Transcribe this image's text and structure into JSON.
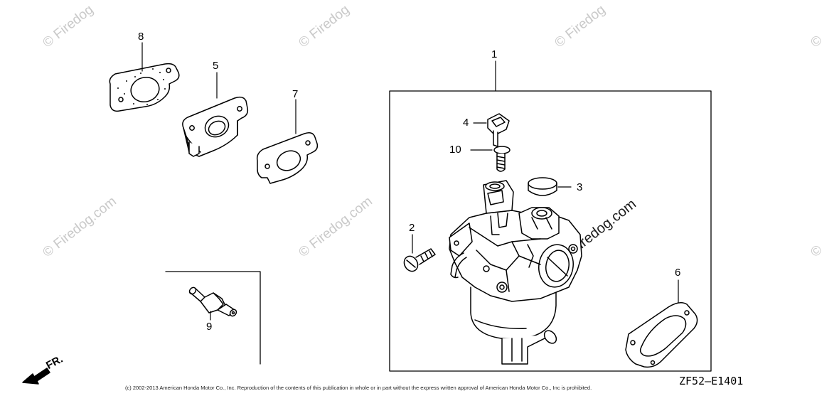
{
  "diagram": {
    "code": "ZF52–E1401",
    "copyright": "(c) 2002-2013 American Honda Motor Co., Inc. Reproduction of the contents of this publication in whole or in part without the express written approval of American Honda Motor Co., Inc is prohibited.",
    "direction_label": "FR.",
    "watermark": "Firedog.com",
    "watermark_short": "Firedog",
    "callouts": {
      "c1": "1",
      "c2": "2",
      "c3": "3",
      "c4": "4",
      "c5": "5",
      "c6": "6",
      "c7": "7",
      "c8": "8",
      "c9": "9",
      "c10": "10"
    }
  }
}
